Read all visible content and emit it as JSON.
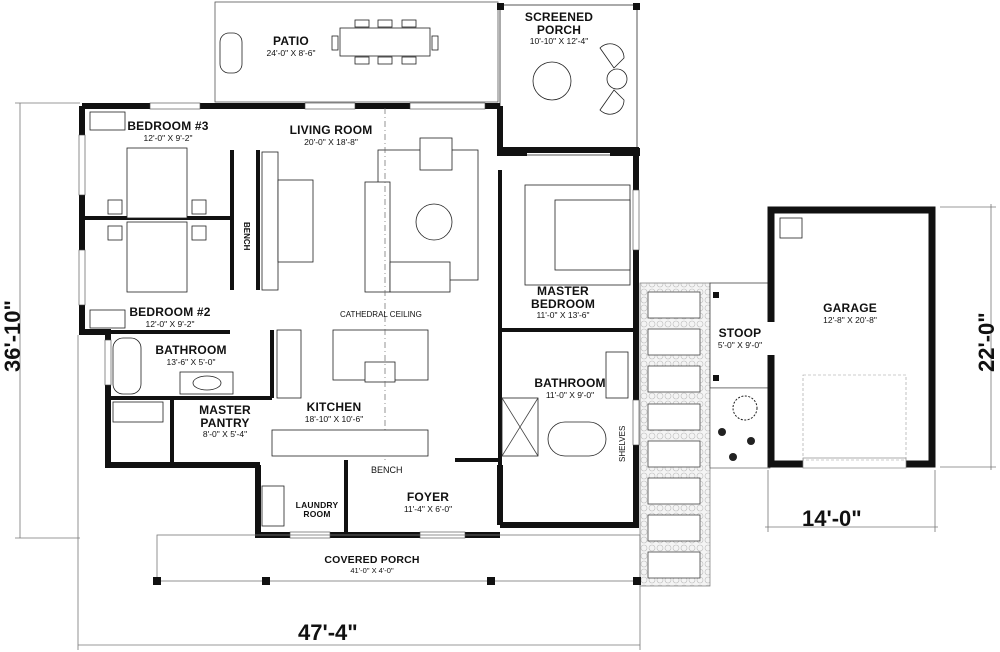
{
  "plan": {
    "rooms": [
      {
        "id": "patio",
        "name": "PATIO",
        "dims": "24'-0\" X 8'-6\""
      },
      {
        "id": "screened-porch",
        "name": "SCREENED",
        "name2": "PORCH",
        "dims": "10'-10\" X 12'-4\""
      },
      {
        "id": "bedroom-3",
        "name": "BEDROOM #3",
        "dims": "12'-0\" X 9'-2\""
      },
      {
        "id": "living-room",
        "name": "LIVING ROOM",
        "dims": "20'-0\" X 18'-8\""
      },
      {
        "id": "bedroom-2",
        "name": "BEDROOM #2",
        "dims": "12'-0\" X 9'-2\""
      },
      {
        "id": "bathroom-hall",
        "name": "BATHROOM",
        "dims": "13'-6\" X 5'-0\""
      },
      {
        "id": "master-pantry",
        "name": "MASTER",
        "name2": "PANTRY",
        "dims": "8'-0\" X 5'-4\""
      },
      {
        "id": "kitchen",
        "name": "KITCHEN",
        "dims": "18'-10\" X 10'-6\""
      },
      {
        "id": "master-bedroom",
        "name": "MASTER",
        "name2": "BEDROOM",
        "dims": "11'-0\" X 13'-6\""
      },
      {
        "id": "master-bathroom",
        "name": "BATHROOM",
        "dims": "11'-0\" X 9'-0\""
      },
      {
        "id": "laundry-room",
        "name": "LAUNDRY",
        "name2": "ROOM"
      },
      {
        "id": "foyer",
        "name": "FOYER",
        "dims": "11'-4\" X 6'-0\""
      },
      {
        "id": "covered-porch",
        "name": "COVERED PORCH",
        "dims": "41'-0\" X 4'-0\""
      },
      {
        "id": "stoop",
        "name": "STOOP",
        "dims": "5'-0\" X 9'-0\""
      },
      {
        "id": "garage",
        "name": "GARAGE",
        "dims": "12'-8\" X 20'-8\""
      }
    ],
    "annotations": {
      "cathedral_ceiling": "CATHEDRAL CEILING",
      "bench_living": "BENCH",
      "bench_foyer": "BENCH",
      "shelves": "SHELVES"
    },
    "dimensions": {
      "overall_width": "47'-4\"",
      "overall_depth": "36'-10\"",
      "garage_width": "14'-0\"",
      "garage_depth": "22'-0\""
    },
    "colors": {
      "wall": "#111111",
      "line": "#333333",
      "paver": "#e8e8e8"
    }
  }
}
